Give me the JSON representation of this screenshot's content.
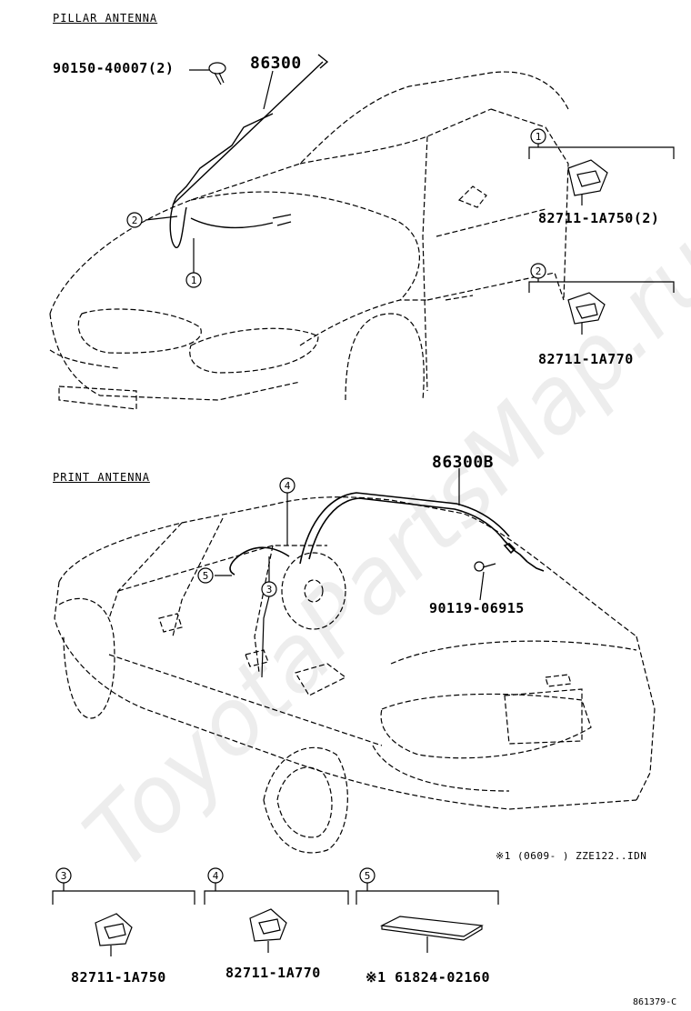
{
  "sections": {
    "pillar": "PILLAR ANTENNA",
    "print": "PRINT ANTENNA"
  },
  "parts": {
    "pillar_bolt": "90150-40007(2)",
    "pillar_antenna": "86300",
    "clip_1": "82711-1A750(2)",
    "clip_2": "82711-1A770",
    "print_antenna": "86300B",
    "print_bolt": "90119-06915",
    "clip_3": "82711-1A750",
    "clip_4": "82711-1A770",
    "pad_5": "※1 61824-02160"
  },
  "callouts": [
    "1",
    "2",
    "3",
    "4",
    "5"
  ],
  "applicability_note": "※1 (0609-   ) ZZE122..IDN",
  "drawing_ref": "861379-C",
  "watermark": "ToyotaPartsMap.ru"
}
